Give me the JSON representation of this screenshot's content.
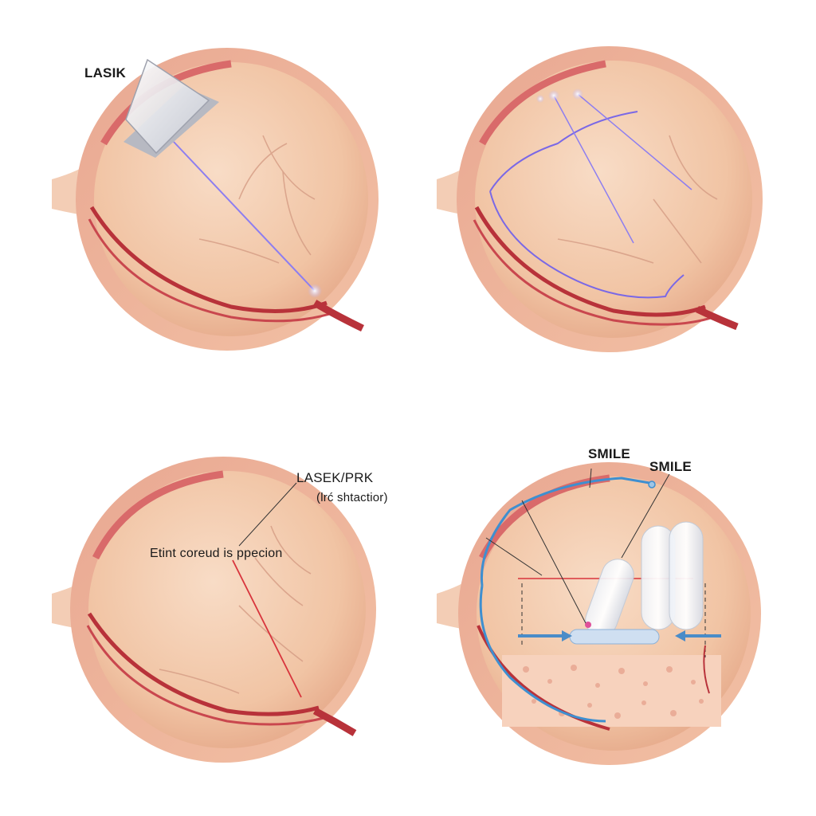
{
  "panels": {
    "top_left": {
      "label": "LASIK"
    },
    "top_right": {
      "label": ""
    },
    "bottom_left": {
      "label": "LASEK/PRK",
      "sublabel": "(lrć shtactior)",
      "inner_label": "Etint coreud is ppecion"
    },
    "bottom_right": {
      "label": "SMILE",
      "label_2": "SMILE"
    }
  },
  "colors": {
    "eye_fill": "#f3c9ad",
    "eye_shell": "#f0b99a",
    "vessel": "#b8323a",
    "laser_violet": "#8d7ef0",
    "incision_red": "#d8343c",
    "blue_line": "#3e8fd0",
    "arrow_blue": "#4a8cc8"
  }
}
